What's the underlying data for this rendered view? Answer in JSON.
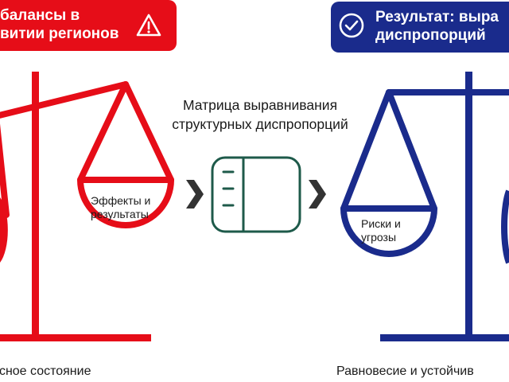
{
  "left_banner": {
    "line1": "балансы в",
    "line2": "витии регионов",
    "color": "#e60d18",
    "icon": "warning-triangle-icon"
  },
  "right_banner": {
    "line1": "Результат: выра",
    "line2": "диспропорций",
    "color": "#1a2b8c",
    "icon": "check-circle-icon"
  },
  "center_title": {
    "line1": "Матрица выравнивания",
    "line2": "структурных диспропорций",
    "icon": "matrix-panel-icon",
    "icon_color": "#1e5a4a"
  },
  "left_scale": {
    "color": "#e60d18",
    "pan_label_line1": "Эффекты и",
    "pan_label_line2": "результаты",
    "caption": "исное состояние"
  },
  "right_scale": {
    "color": "#1a2b8c",
    "pan_label_line1": "Риски и",
    "pan_label_line2": "угрозы",
    "caption": "Равновесие и устойчив"
  }
}
